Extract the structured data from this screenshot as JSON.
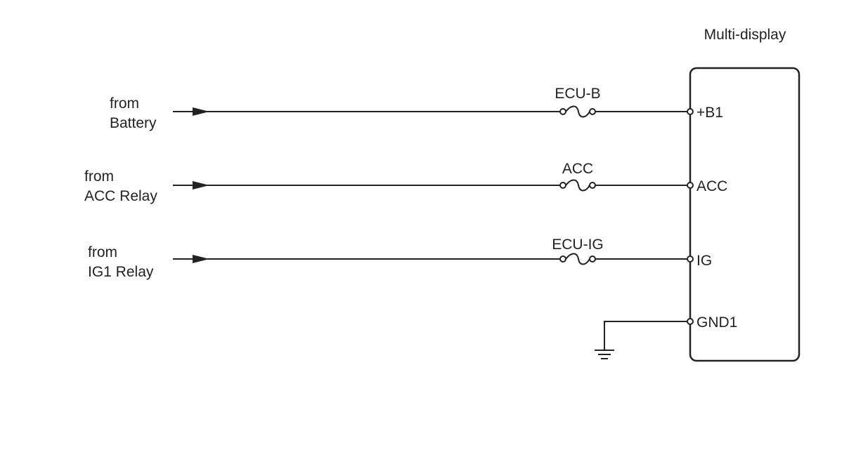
{
  "module": {
    "name": "Multi-display"
  },
  "inputs": [
    {
      "source_line1": "from",
      "source_line2": "Battery",
      "fuse": "ECU-B",
      "terminal": "+B1"
    },
    {
      "source_line1": "from",
      "source_line2": "ACC Relay",
      "fuse": "ACC",
      "terminal": "ACC"
    },
    {
      "source_line1": "from",
      "source_line2": "IG1 Relay",
      "fuse": "ECU-IG",
      "terminal": "IG"
    }
  ],
  "ground": {
    "terminal": "GND1"
  },
  "colors": {
    "line": "#222222",
    "background": "#ffffff"
  }
}
